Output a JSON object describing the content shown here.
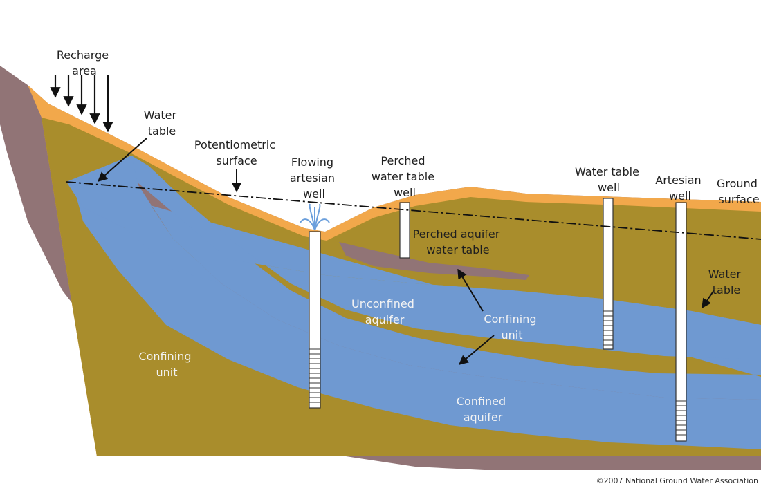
{
  "colors": {
    "soil": "#F2A84B",
    "unsaturated": "#A98D2C",
    "aquifer": "#6F99D1",
    "confining": "#917476",
    "well": "#ffffff",
    "text_dark": "#1f1f1f",
    "text_light": "#f3f3f3"
  },
  "labels": {
    "recharge_area": [
      "Recharge",
      "area"
    ],
    "water_table_left": [
      "Water",
      "table"
    ],
    "potentiometric": [
      "Potentiometric",
      "surface"
    ],
    "flowing_artesian": [
      "Flowing",
      "artesian",
      "well"
    ],
    "perched_well": [
      "Perched",
      "water table",
      "well"
    ],
    "water_table_well": [
      "Water table",
      "well"
    ],
    "artesian_well": [
      "Artesian",
      "well"
    ],
    "ground_surface": [
      "Ground",
      "surface"
    ],
    "perched_aquifer": [
      "Perched aquifer",
      "water table"
    ],
    "water_table_right": [
      "Water",
      "table"
    ],
    "unconfined_aquifer": [
      "Unconfined",
      "aquifer"
    ],
    "confining_unit_mid": [
      "Confining",
      "unit"
    ],
    "confining_unit_left": [
      "Confining",
      "unit"
    ],
    "confined_aquifer": [
      "Confined",
      "aquifer"
    ]
  },
  "credit": "©2007 National Ground Water Association"
}
